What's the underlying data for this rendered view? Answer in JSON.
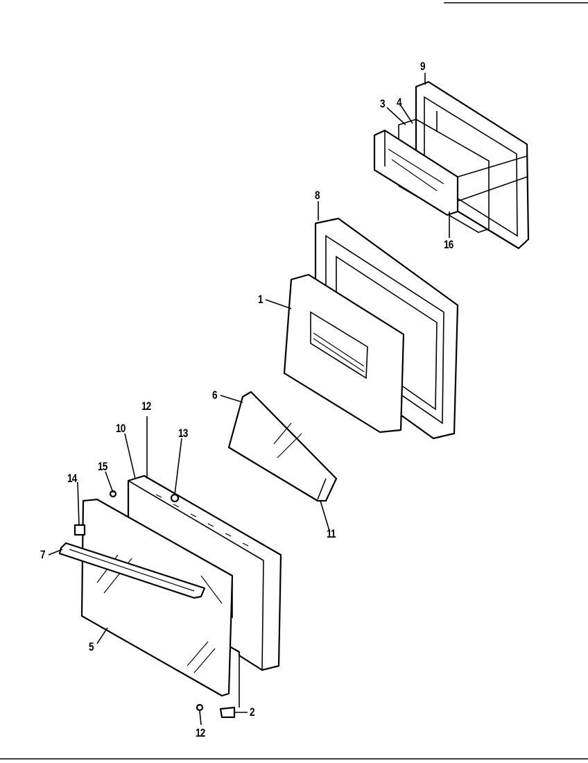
{
  "title": "Oven door exploded parts diagram",
  "parts": {
    "p1": "1",
    "p2": "2",
    "p3": "3",
    "p4": "4",
    "p5": "5",
    "p6": "6",
    "p7": "7",
    "p8": "8",
    "p9": "9",
    "p10": "10",
    "p11": "11",
    "p12a": "12",
    "p12b": "12",
    "p13": "13",
    "p14": "14",
    "p15": "15",
    "p16": "16"
  }
}
